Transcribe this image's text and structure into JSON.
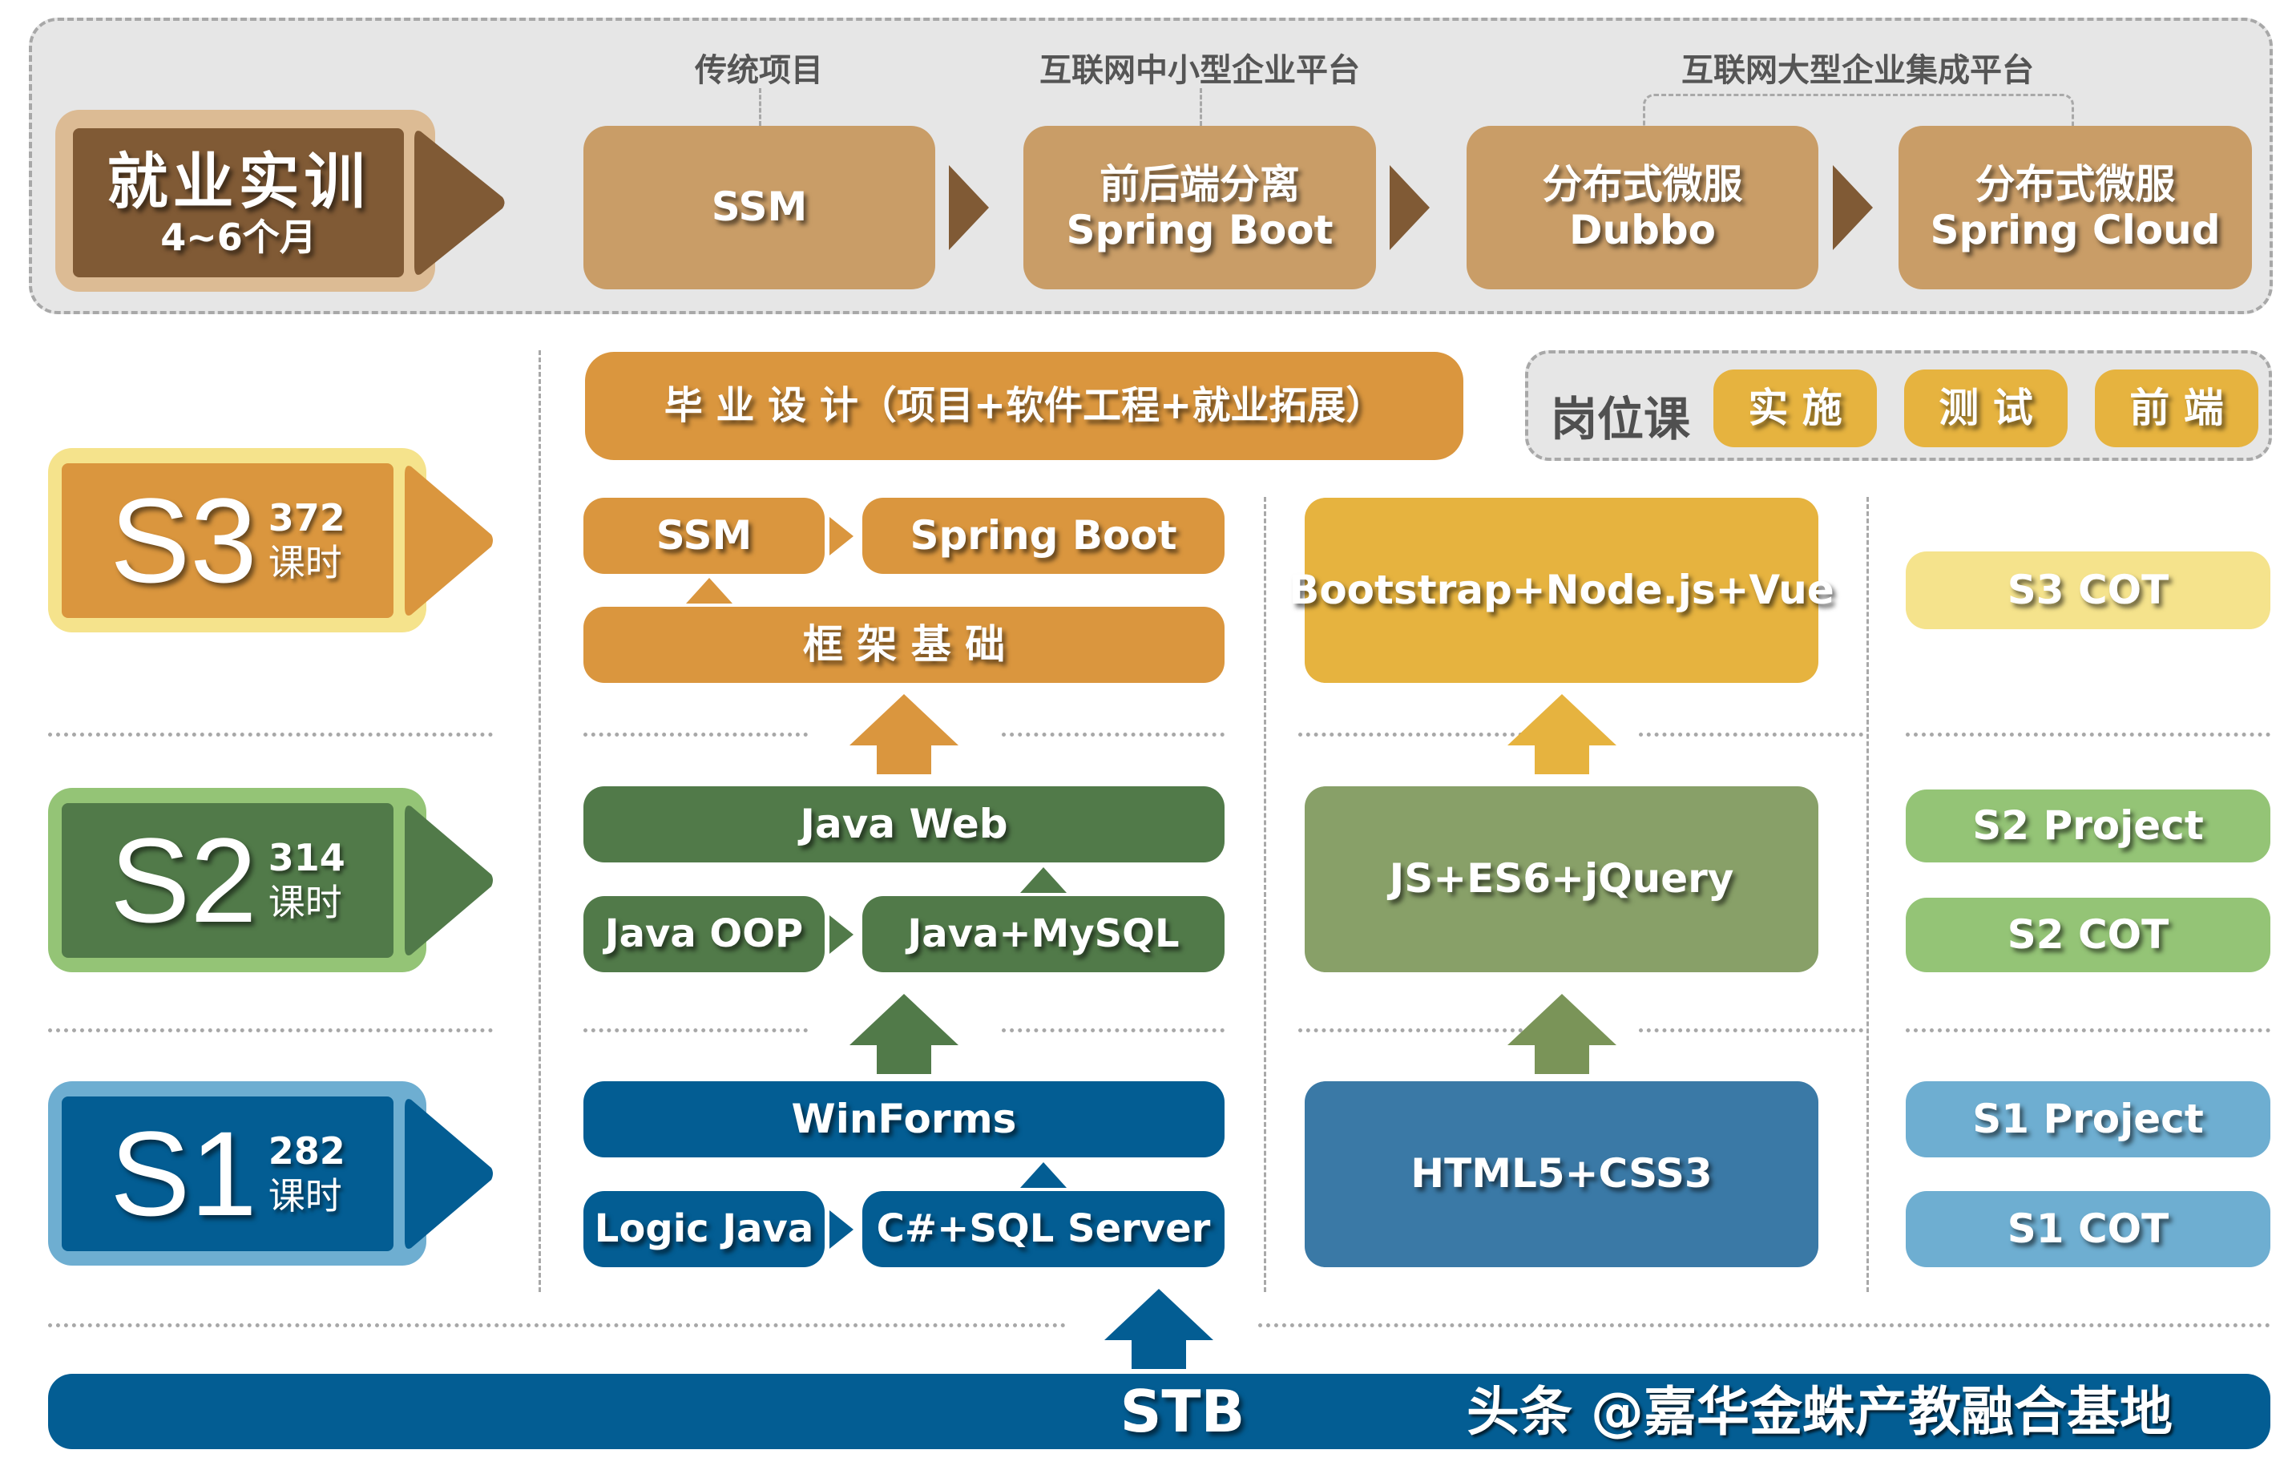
{
  "top_section": {
    "training": {
      "title": "就业实训",
      "duration": "4~6个月"
    },
    "category_labels": {
      "traditional": "传统项目",
      "internet_small": "互联网中小型企业平台",
      "internet_large": "互联网大型企业集成平台"
    },
    "steps": [
      {
        "line1": "SSM",
        "line2": ""
      },
      {
        "line1": "前后端分离",
        "line2": "Spring Boot"
      },
      {
        "line1": "分布式微服",
        "line2": "Dubbo"
      },
      {
        "line1": "分布式微服",
        "line2": "Spring Cloud"
      }
    ]
  },
  "graduation": {
    "label": "毕 业 设 计（项目+软件工程+就业拓展）"
  },
  "job_courses": {
    "title": "岗位课",
    "items": [
      "实 施",
      "测 试",
      "前 端"
    ]
  },
  "stages": [
    {
      "id": "S3",
      "hours": "372",
      "hours_unit": "课时",
      "backend": {
        "left": "SSM",
        "right": "Spring Boot",
        "base": "框 架 基 础"
      },
      "frontend": "Bootstrap+Node.js+Vue",
      "projects": [
        "S3 COT"
      ]
    },
    {
      "id": "S2",
      "hours": "314",
      "hours_unit": "课时",
      "backend": {
        "top": "Java Web",
        "left": "Java OOP",
        "right": "Java+MySQL"
      },
      "frontend": "JS+ES6+jQuery",
      "projects": [
        "S2 Project",
        "S2 COT"
      ]
    },
    {
      "id": "S1",
      "hours": "282",
      "hours_unit": "课时",
      "backend": {
        "top": "WinForms",
        "left": "Logic Java",
        "right": "C#+SQL Server"
      },
      "frontend": "HTML5+CSS3",
      "projects": [
        "S1 Project",
        "S1 COT"
      ]
    }
  ],
  "foundation": {
    "label": "STB"
  },
  "watermark": "头条 @嘉华金蛛产教融合基地",
  "colors": {
    "brown_dark": "#805a35",
    "brown_light": "#dcbb94",
    "tan": "#c99d67",
    "orange": "#da963e",
    "yellow": "#e6b33f",
    "yellow_light": "#f5e38c",
    "green_dark": "#517a49",
    "green_mid": "#88a068",
    "green_light": "#94c476",
    "blue_dark": "#035d93",
    "blue_mid": "#3a79a6",
    "blue_light": "#6eaed1",
    "gray_panel": "#e6e6e6"
  }
}
